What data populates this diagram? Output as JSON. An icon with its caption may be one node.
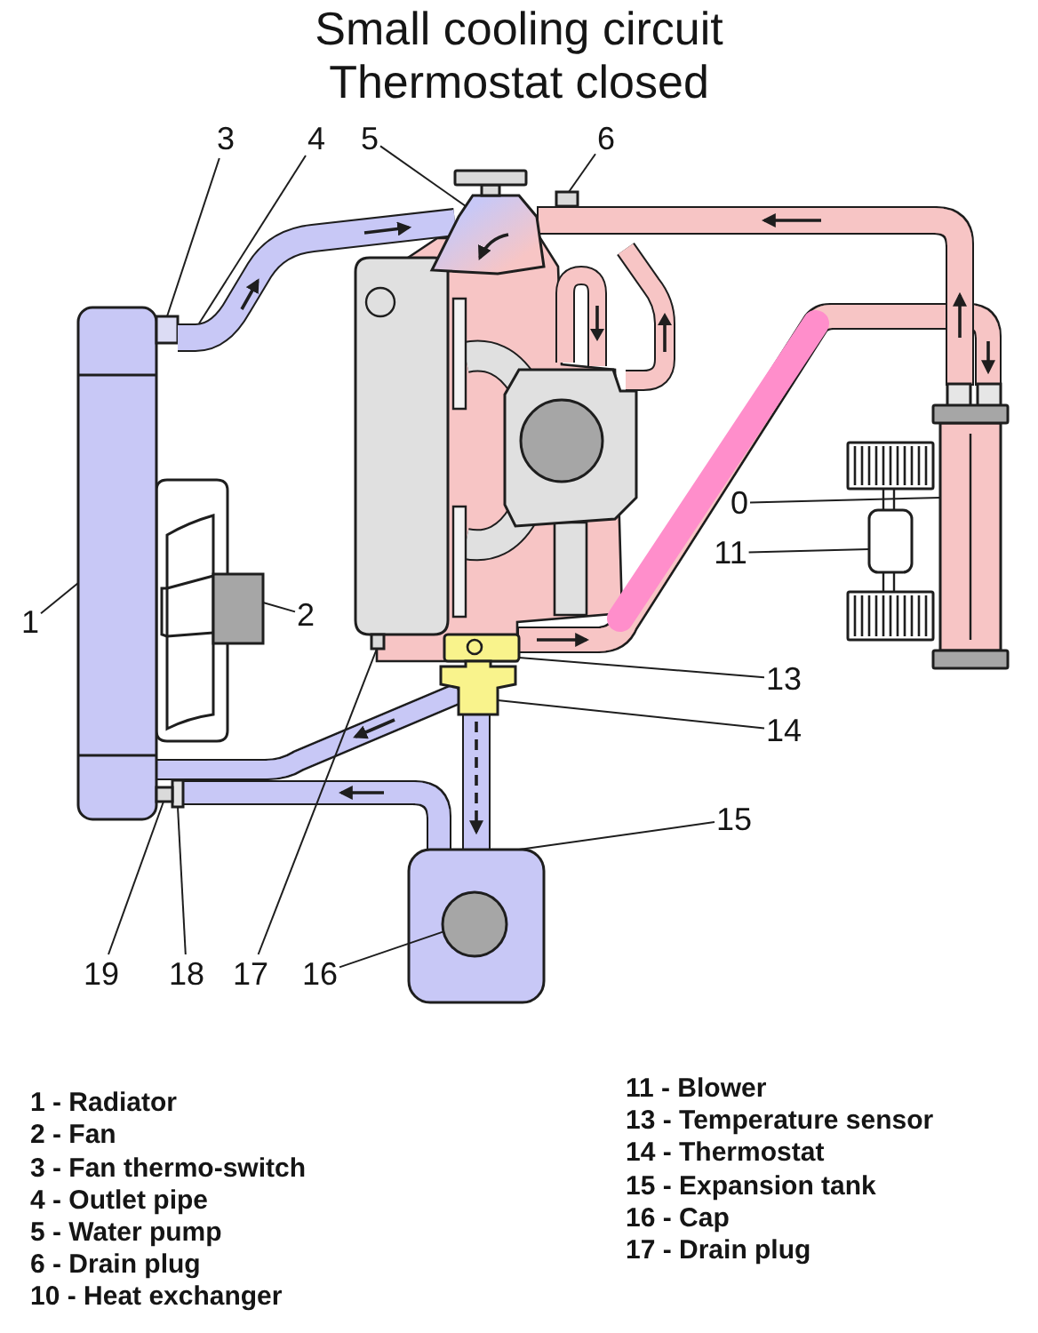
{
  "diagram": {
    "title": "Small cooling circuit Thermostat closed",
    "nodes": [
      {
        "text": [
          "3"
        ]
      },
      {
        "text": [
          "4"
        ]
      },
      {
        "text": [
          "5"
        ]
      },
      {
        "text": [
          "6"
        ]
      },
      {
        "text": [
          "0"
        ]
      },
      {
        "text": [
          "11"
        ]
      },
      {
        "text": [
          "1"
        ]
      },
      {
        "text": [
          "2"
        ]
      },
      {
        "text": [
          "13"
        ]
      },
      {
        "text": [
          "14"
        ]
      },
      {
        "text": [
          "15"
        ]
      },
      {
        "text": [
          "19"
        ]
      },
      {
        "text": [
          "18"
        ]
      },
      {
        "text": [
          "17"
        ]
      },
      {
        "text": [
          "16"
        ]
      },
      {
        "text": [],
        "shape": "box"
      },
      {
        "text": [],
        "shape": "box"
      },
      {
        "text": [],
        "shape": "box"
      },
      {
        "text": [],
        "shape": "picture"
      },
      {
        "text": [],
        "shape": "picture"
      },
      {
        "text": [],
        "shape": "box"
      },
      {
        "text": [],
        "shape": "picture"
      },
      {
        "text": [],
        "shape": "box"
      },
      {
        "text": [],
        "shape": "box"
      },
      {
        "text": [],
        "shape": "picture"
      },
      {
        "text": [],
        "shape": "box"
      },
      {
        "text": [],
        "shape": "circle",
        "in": 25
      },
      {
        "text": [],
        "shape": "box"
      },
      {
        "text": [],
        "shape": "box"
      },
      {
        "text": [],
        "shape": "box"
      }
    ],
    "edges": [
      {
        "from": 0,
        "to": 17,
        "arrow": "none"
      },
      {
        "from": 1,
        "to": 18,
        "arrow": "none"
      },
      {
        "from": 2,
        "to": 19,
        "arrow": "none"
      },
      {
        "from": 3,
        "to": 20,
        "arrow": "none"
      },
      {
        "from": 4,
        "to": 21,
        "arrow": "none"
      },
      {
        "from": 5,
        "to": 22,
        "arrow": "none"
      },
      {
        "from": 6,
        "to": 15,
        "arrow": "none"
      },
      {
        "from": 7,
        "to": 16,
        "arrow": "none"
      },
      {
        "from": 8,
        "to": 23,
        "arrow": "none"
      },
      {
        "from": 9,
        "to": 24,
        "arrow": "none"
      },
      {
        "from": 10,
        "to": 25,
        "arrow": "none"
      },
      {
        "from": 11,
        "to": 29,
        "arrow": "none"
      },
      {
        "from": 12,
        "to": 28,
        "arrow": "none"
      },
      {
        "from": 13,
        "to": 27,
        "arrow": "none"
      },
      {
        "from": 14,
        "to": 26,
        "arrow": "none"
      },
      {
        "from": 21,
        "to": 19,
        "arrow": "none",
        "style": "thick",
        "color": "#f7c5c5"
      },
      {
        "from": 23,
        "to": 21,
        "arrow": "none",
        "style": "thick",
        "color": "#f7c5c5"
      },
      {
        "from": 24,
        "to": 15,
        "arrow": "none",
        "style": "thick",
        "color": "#c8c8f6"
      },
      {
        "from": 25,
        "to": 28,
        "arrow": "none",
        "style": "thick",
        "color": "#c8c8f6"
      },
      {
        "from": 24,
        "to": 25,
        "arrow": "none",
        "style": "thick",
        "color": "#c8c8f6"
      }
    ],
    "labels": [
      "1 - Radiator",
      "2 - Fan",
      "3 - Fan thermo-switch",
      "4 - Outlet pipe",
      "5 - Water pump",
      "6 - Drain plug",
      "10 - Heat exchanger",
      "11 - Blower",
      "13 - Temperature sensor",
      "14 - Thermostat",
      "15 - Expansion tank",
      "16 - Cap",
      "17 - Drain plug"
    ]
  }
}
